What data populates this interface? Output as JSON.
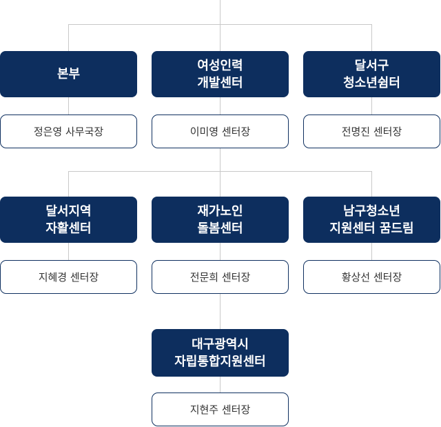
{
  "orgs": [
    {
      "name": [
        "본부"
      ],
      "head": "정은영 사무국장"
    },
    {
      "name": [
        "여성인력",
        "개발센터"
      ],
      "head": "이미영 센터장"
    },
    {
      "name": [
        "달서구",
        "청소년쉼터"
      ],
      "head": "전명진 센터장"
    },
    {
      "name": [
        "달서지역",
        "자활센터"
      ],
      "head": "지혜경 센터장"
    },
    {
      "name": [
        "재가노인",
        "돌봄센터"
      ],
      "head": "전문희 센터장"
    },
    {
      "name": [
        "남구청소년",
        "지원센터 꿈드림"
      ],
      "head": "황상선 센터장"
    },
    {
      "name": [
        "대구광역시",
        "자립통합지원센터"
      ],
      "head": "지현주 센터장"
    }
  ],
  "colors": {
    "box": "#0d2e5e",
    "line": "#c8c8c8",
    "head_text": "#333333"
  }
}
